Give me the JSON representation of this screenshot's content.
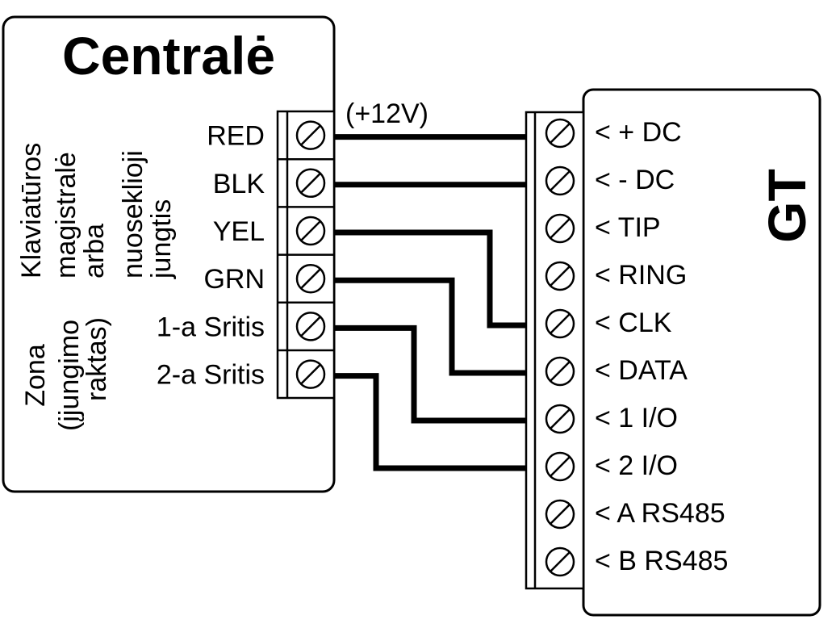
{
  "central_panel": {
    "title": "Centralė",
    "group_keypad_lines": [
      "Klaviatūros",
      "magistralė",
      "arba",
      "nuoseklioji",
      "jungtis"
    ],
    "group_zone_lines": [
      "Zona",
      "(įjungimo",
      "raktas)"
    ],
    "terminals": [
      "RED",
      "BLK",
      "YEL",
      "GRN",
      "1-a Sritis",
      "2-a Sritis"
    ],
    "voltage_note": "(+12V)"
  },
  "gt_module": {
    "title": "GT",
    "terminals": [
      "< + DC",
      "< - DC",
      "< TIP",
      "< RING",
      "< CLK",
      "< DATA",
      "< 1 I/O",
      "< 2 I/O",
      "< A RS485",
      "< B RS485"
    ]
  },
  "wiring": [
    {
      "from": "RED",
      "to": "< + DC"
    },
    {
      "from": "BLK",
      "to": "< - DC"
    },
    {
      "from": "YEL",
      "to": "< CLK"
    },
    {
      "from": "GRN",
      "to": "< DATA"
    },
    {
      "from": "1-a Sritis",
      "to": "< 1 I/O"
    },
    {
      "from": "2-a Sritis",
      "to": "< 2 I/O"
    }
  ],
  "colors": {
    "line": "#000000",
    "background": "#ffffff"
  }
}
